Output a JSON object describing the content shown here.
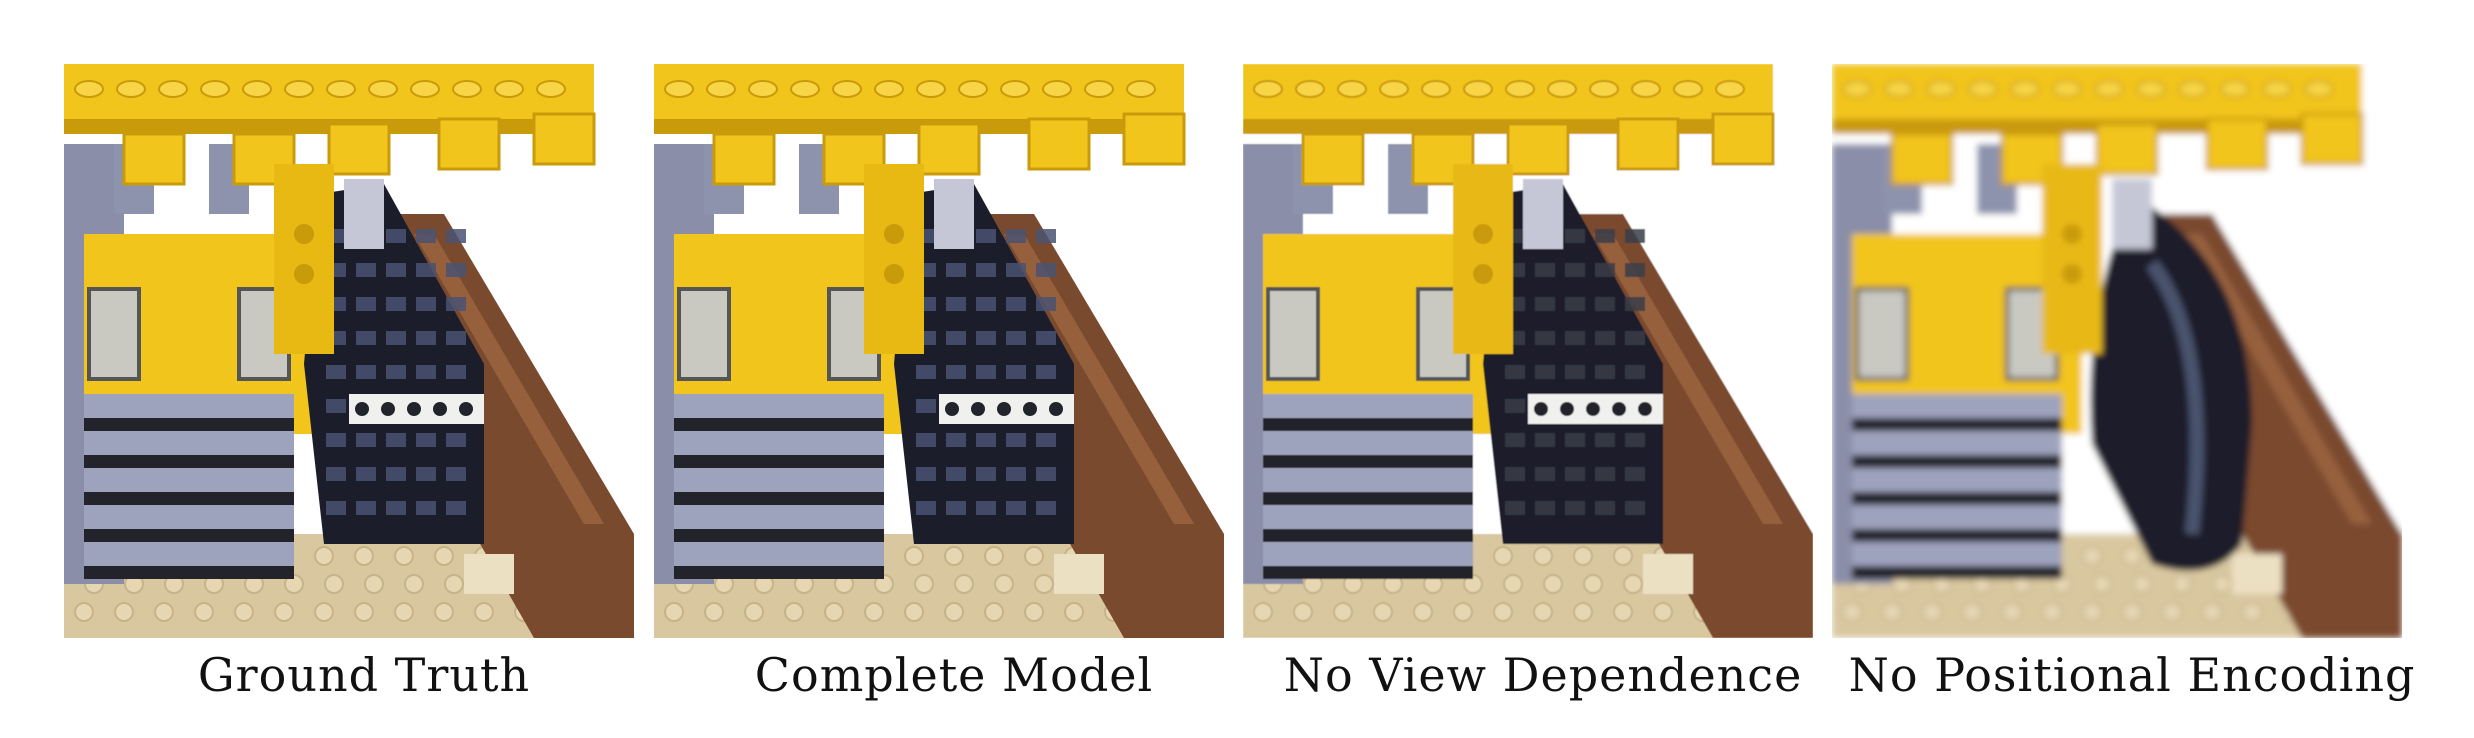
{
  "figure": {
    "panels": [
      {
        "caption": "Ground Truth",
        "variant": "sharp"
      },
      {
        "caption": "Complete Model",
        "variant": "sharp"
      },
      {
        "caption": "No View Dependence",
        "variant": "matte"
      },
      {
        "caption": "No Positional Encoding",
        "variant": "blurry"
      }
    ]
  },
  "colors": {
    "lego_yellow": "#f2c51c",
    "lego_yellow_dark": "#c99a0a",
    "tread_black": "#1b1e2a",
    "brick_brown": "#7a4a2e",
    "baseplate_tan": "#d9c7a0",
    "grey_plate": "#9ea3bd",
    "background": "#ffffff"
  }
}
